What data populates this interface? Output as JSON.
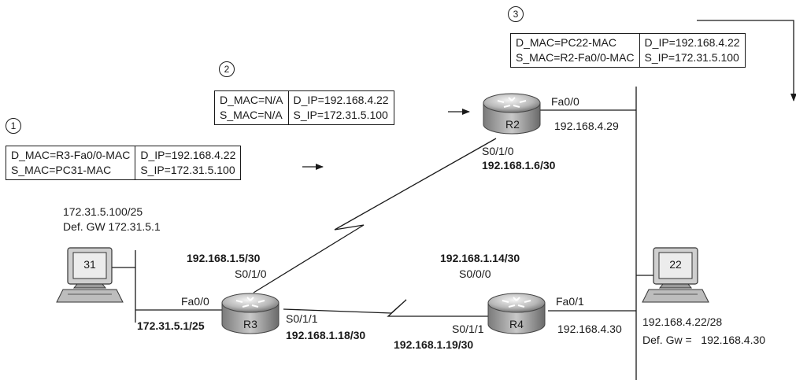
{
  "steps": [
    "1",
    "2",
    "3"
  ],
  "frames": {
    "f1": {
      "d_mac": "D_MAC=R3-Fa0/0-MAC",
      "s_mac": "S_MAC=PC31-MAC",
      "d_ip": "D_IP=192.168.4.22",
      "s_ip": "S_IP=172.31.5.100"
    },
    "f2": {
      "d_mac": "D_MAC=N/A",
      "s_mac": "S_MAC=N/A",
      "d_ip": "D_IP=192.168.4.22",
      "s_ip": "S_IP=172.31.5.100"
    },
    "f3": {
      "d_mac": "D_MAC=PC22-MAC",
      "s_mac": "S_MAC=R2-Fa0/0-MAC",
      "d_ip": "D_IP=192.168.4.22",
      "s_ip": "S_IP=172.31.5.100"
    }
  },
  "routers": {
    "r2": {
      "name": "R2",
      "fa_label": "Fa0/0",
      "fa_ip": "192.168.4.29",
      "serial_label": "S0/1/0",
      "serial_ip": "192.168.1.6/30"
    },
    "r3": {
      "name": "R3",
      "fa_label": "Fa0/0",
      "fa_ip": "172.31.5.1/25",
      "s010_label": "S0/1/0",
      "s010_ip": "192.168.1.5/30",
      "s011_label": "S0/1/1",
      "s011_ip": "192.168.1.18/30"
    },
    "r4": {
      "name": "R4",
      "fa_label": "Fa0/1",
      "fa_ip": "192.168.4.30",
      "s011_label": "S0/1/1",
      "s011_ip": "192.168.1.19/30",
      "s000_label": "S0/0/0",
      "s000_ip": "192.168.1.14/30"
    }
  },
  "pcs": {
    "pc31": {
      "name": "31",
      "ip": "172.31.5.100/25",
      "gw": "Def. GW 172.31.5.1"
    },
    "pc22": {
      "name": "22",
      "ip": "192.168.4.22/28",
      "gw": "Def. Gw =   192.168.4.30"
    }
  }
}
